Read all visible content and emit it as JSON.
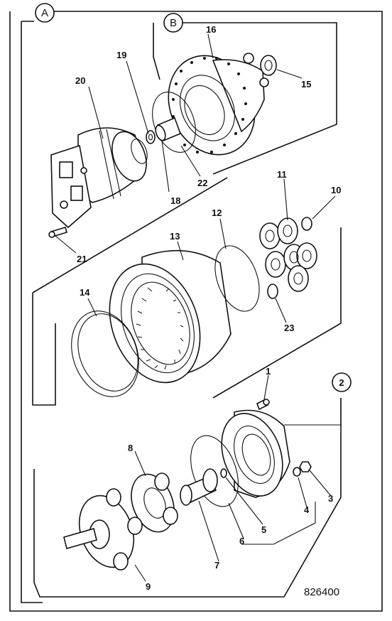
{
  "diagram": {
    "figure_number": "826400",
    "callout_letters": [
      "A",
      "B"
    ],
    "callout_circle_number": "2",
    "part_labels": {
      "p1": "1",
      "p2": "2",
      "p3": "3",
      "p4": "4",
      "p5": "5",
      "p6": "6",
      "p7": "7",
      "p8": "8",
      "p9": "9",
      "p10": "10",
      "p11": "11",
      "p12": "12",
      "p13": "13",
      "p14": "14",
      "p15": "15",
      "p16": "16",
      "p18": "18",
      "p19": "19",
      "p20": "20",
      "p21": "21",
      "p22": "22",
      "p23": "23"
    }
  }
}
